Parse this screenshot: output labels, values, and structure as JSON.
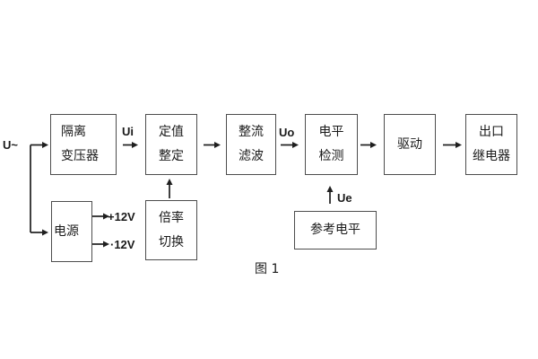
{
  "caption": "图 1",
  "labels": {
    "input": "U~",
    "ui": "Ui",
    "uo": "Uo",
    "ue": "Ue",
    "rail_pos": "+12V",
    "rail_neg": "·12V"
  },
  "blocks": {
    "transformer": {
      "lines": [
        "隔离",
        "变压器"
      ]
    },
    "setpoint": {
      "lines": [
        "定值",
        "整定"
      ]
    },
    "rectifier": {
      "lines": [
        "整流",
        "滤波"
      ]
    },
    "level_detect": {
      "lines": [
        "电平",
        "检测"
      ]
    },
    "drive": {
      "lines": [
        "驱动"
      ]
    },
    "output_relay": {
      "lines": [
        "出口",
        "继电器"
      ]
    },
    "power": {
      "lines": [
        "电源"
      ]
    },
    "ratio_switch": {
      "lines": [
        "倍率",
        "切换"
      ]
    },
    "reference_level": {
      "lines": [
        "参考电平"
      ]
    }
  },
  "colors": {
    "background": "#ffffff",
    "box_border": "#4d4d4d",
    "connector": "#1f1f1f",
    "text": "#1a1a1a"
  }
}
